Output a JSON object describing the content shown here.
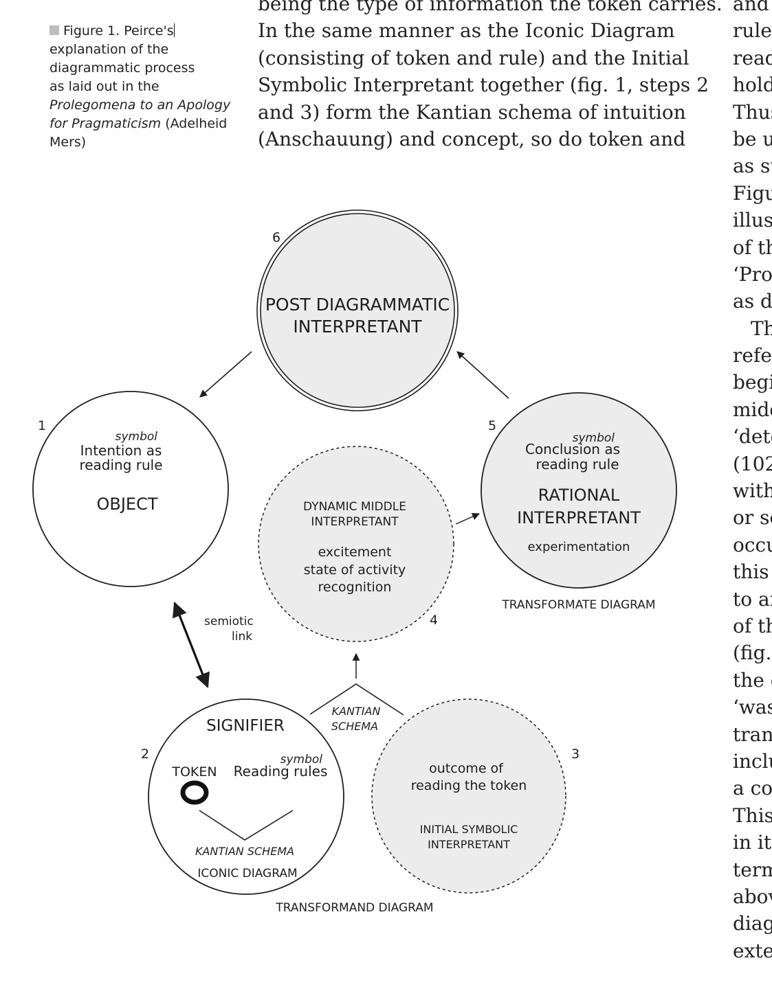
{
  "caption": {
    "lines": [
      "Figure 1. Peirce's",
      "explanation of the",
      "diagrammatic process",
      "as laid out in the",
      "Prolegomena to an Apology",
      "for Pragmaticism (Adelheid",
      "Mers)"
    ],
    "line6_italic": "for Pragmaticism",
    "line6_rest": " (Adelheid"
  },
  "body_text": [
    "being the type of information the token carries.",
    "In the same manner as the Iconic Diagram",
    "(consisting of token and rule) and the Initial",
    "Symbolic Interpretant together (fig. 1, steps 2",
    "and 3) form the Kantian schema of intuition",
    "(Anschauung) and concept, so do token and"
  ],
  "side_text": [
    "and",
    "rules",
    "read",
    "hold",
    "Thus",
    "be u",
    "as st",
    "Figu",
    "illus",
    "of th",
    "‘Prol",
    "as di",
    "Th",
    "refer",
    "begi",
    "midd",
    "‘dete",
    "(102",
    "with",
    "or sc",
    "occu",
    "this",
    "to ar",
    "of th",
    "(fig.",
    "the c",
    "‘was",
    "trans",
    "inclu",
    "a cor",
    "This",
    "in its",
    "term",
    "abov",
    "diag",
    "exte"
  ],
  "diagram": {
    "n6": {
      "number": "6",
      "line1": "POST DIAGRAMMATIC",
      "line2": "INTERPRETANT"
    },
    "n1": {
      "number": "1",
      "symbol": "symbol",
      "line1": "Intention as",
      "line2": "reading rule",
      "title": "OBJECT"
    },
    "n5": {
      "number": "5",
      "symbol": "symbol",
      "line1": "Conclusion as",
      "line2": "reading rule",
      "title1": "RATIONAL",
      "title2": "INTERPRETANT",
      "sub": "experimentation"
    },
    "n4": {
      "number": "4",
      "title1": "DYNAMIC MIDDLE",
      "title2": "INTERPRETANT",
      "line1": "excitement",
      "line2": "state of activity",
      "line3": "recognition"
    },
    "n2": {
      "number": "2",
      "title": "SIGNIFIER",
      "token": "TOKEN",
      "symbol": "symbol",
      "rules": "Reading rules",
      "schema": "KANTIAN SCHEMA",
      "iconic": "ICONIC DIAGRAM"
    },
    "n3": {
      "number": "3",
      "line1": "outcome of",
      "line2": "reading the token",
      "title1": "INITIAL SYMBOLIC",
      "title2": "INTERPRETANT"
    },
    "semiotic_1": "semiotic",
    "semiotic_2": "link",
    "kantian_1": "KANTIAN",
    "kantian_2": "SCHEMA",
    "transformate": "TRANSFORMATE DIAGRAM",
    "transformand": "TRANSFORMAND DIAGRAM"
  },
  "colors": {
    "circle_fill": "#ececec",
    "stroke": "#1e1e1e",
    "caption_marker": "#bdbdbd"
  }
}
